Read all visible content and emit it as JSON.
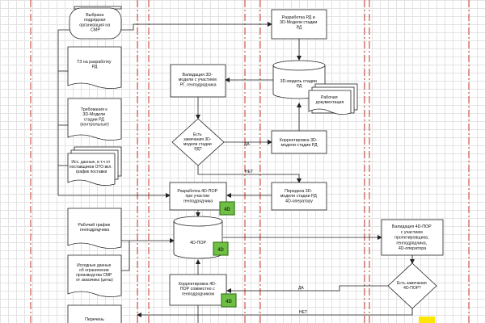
{
  "nodes": {
    "contractor": [
      "Выбрана",
      "подрядная",
      "организация на",
      "СМР"
    ],
    "tz_rd": [
      "ТЗ на разработку",
      "РД"
    ],
    "req_3d": [
      "Требования к",
      "3D-Модели",
      "стадии РД",
      "(контрольные)"
    ],
    "initial_data": [
      "Исх. данные, в т.ч от",
      "поставщиков ОТО вкл.",
      "график поставки"
    ],
    "work_schedule": [
      "Рабочий график",
      "генподрядчика"
    ],
    "constraints": [
      "Исходные данные",
      "об ограничении",
      "производства СМР",
      "от заказчика (цены)"
    ],
    "bottom_doc": [
      "Перечень"
    ],
    "dev_rd": [
      "Разработка РД и",
      "3D-Модели стадии",
      "РД"
    ],
    "model_rd": [
      "3D-модель стадии",
      "РД"
    ],
    "work_docs": [
      "Рабочая",
      "документация"
    ],
    "validation_3d": [
      "Валидация 3D-",
      "модели с участием",
      "РГ, генподрядчика"
    ],
    "decision_3d": [
      "Есть",
      "замечания 3D-",
      "модели стадии",
      "РД?"
    ],
    "correct_3d": [
      "Корректировка 3D-",
      "модели стадии РД"
    ],
    "dev_4d": [
      "Разработка 4D-ПОР",
      "при участии",
      "генподрядчика"
    ],
    "transfer_3d": [
      "Передача 3D-",
      "модели стадии РД",
      "4D-оператору"
    ],
    "por_4d": [
      "4D-ПОР"
    ],
    "correct_4d": [
      "Корректировка 4D-",
      "ПОР совместно с",
      "генподрядчиком"
    ],
    "validation_4d": [
      "Валидация 4D-ПОР",
      "с участием",
      "проектировщика,",
      "генподрядчика,",
      "4D-оператора"
    ],
    "decision_4d": [
      "Есть замечания",
      "4D-ПОР?"
    ]
  },
  "connectors": {
    "yes": "ДА",
    "no": "НЕТ"
  },
  "badges": {
    "four_d": "4D"
  },
  "colors": {
    "lane": "#c0392b",
    "badge_fill": "#6fbf45",
    "badge_stroke": "#3c7a1f",
    "highlight": "#ffe600"
  }
}
